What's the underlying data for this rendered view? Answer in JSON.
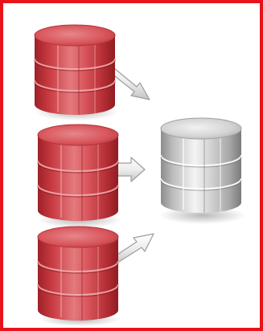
{
  "colors": {
    "frame": "#e8131a",
    "source_db": "#d9565c",
    "target_db": "#c9c9c9",
    "arrow": "#e8e8e8",
    "background": "#ffffff"
  },
  "diagram": {
    "sources": [
      {
        "id": "source-database-1",
        "icon": "database-cylinder-icon"
      },
      {
        "id": "source-database-2",
        "icon": "database-cylinder-icon"
      },
      {
        "id": "source-database-3",
        "icon": "database-cylinder-icon"
      }
    ],
    "target": {
      "id": "target-database",
      "icon": "database-cylinder-icon"
    },
    "arrows": [
      {
        "from": "source-database-1",
        "to": "target-database",
        "icon": "arrow-icon"
      },
      {
        "from": "source-database-2",
        "to": "target-database",
        "icon": "arrow-icon"
      },
      {
        "from": "source-database-3",
        "to": "target-database",
        "icon": "arrow-icon"
      }
    ]
  }
}
